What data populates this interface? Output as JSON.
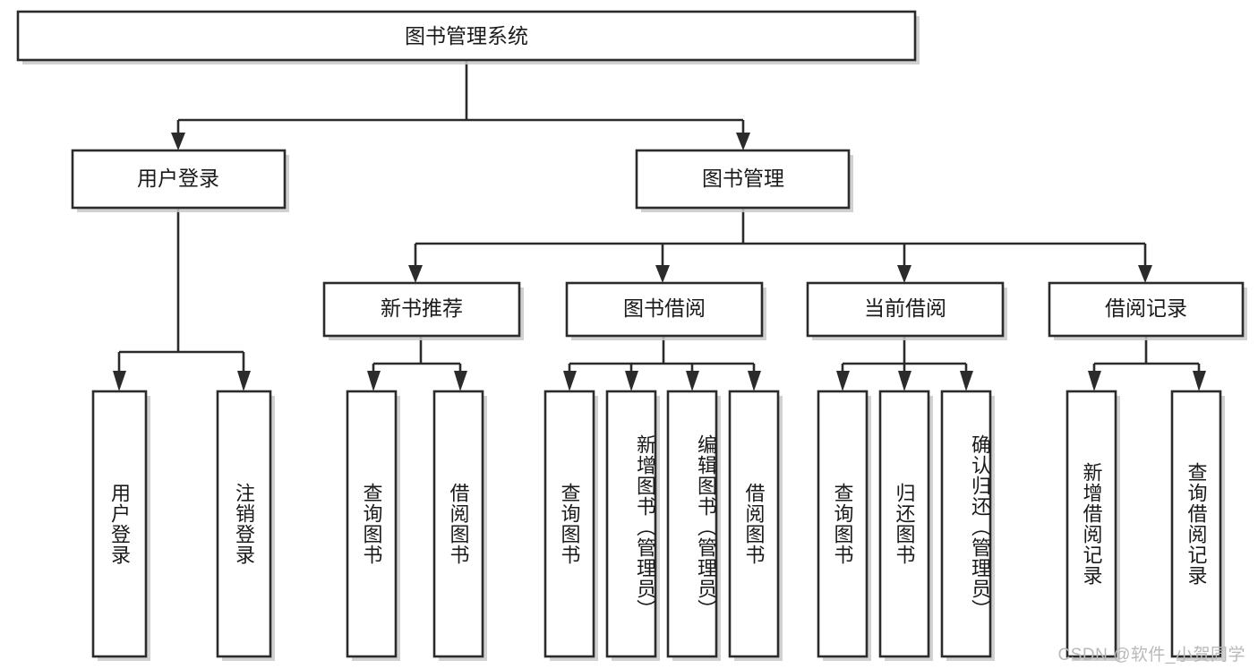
{
  "diagram": {
    "type": "tree",
    "title": "图书管理系统",
    "watermark": "CSDN @软件_小贺同学",
    "colors": {
      "box_stroke": "#2b2b2b",
      "box_fill": "#ffffff",
      "text": "#1a1a1a",
      "shadow": "#c9c9c9",
      "watermark": "#b9b9b9",
      "background": "#ffffff"
    },
    "root": {
      "label": "图书管理系统"
    },
    "level1": [
      {
        "label": "用户登录"
      },
      {
        "label": "图书管理"
      }
    ],
    "level2": [
      {
        "label": "新书推荐"
      },
      {
        "label": "图书借阅"
      },
      {
        "label": "当前借阅"
      },
      {
        "label": "借阅记录"
      }
    ],
    "leaves": {
      "user_login": [
        {
          "label": "用户登录"
        },
        {
          "label": "注销登录"
        }
      ],
      "new_book_recommend": [
        {
          "label": "查询图书"
        },
        {
          "label": "借阅图书"
        }
      ],
      "book_borrow": [
        {
          "label": "查询图书"
        },
        {
          "label": "新增图书（管理员）"
        },
        {
          "label": "编辑图书（管理员）"
        },
        {
          "label": "借阅图书"
        }
      ],
      "current_borrow": [
        {
          "label": "查询图书"
        },
        {
          "label": "归还图书"
        },
        {
          "label": "确认归还（管理员）"
        }
      ],
      "borrow_record": [
        {
          "label": "新增借阅记录"
        },
        {
          "label": "查询借阅记录"
        }
      ]
    }
  }
}
